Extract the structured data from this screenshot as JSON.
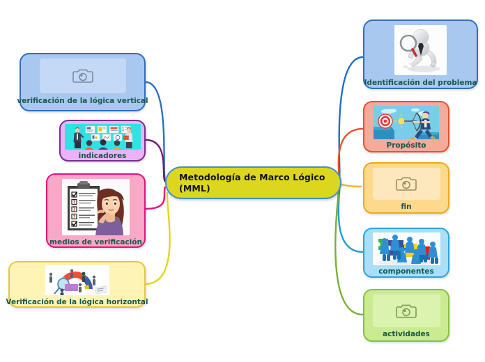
{
  "diagram": {
    "type": "mind-map",
    "title": "Metodología de Marco Lógico (MML)",
    "background_color": "#ffffff"
  },
  "central": {
    "label": "Metodología de Marco Lógico (MML)",
    "line1": "Metodología de Marco Lógico",
    "line2": "(MML)",
    "fill": "#dcd71e",
    "border": "#3f8fd0",
    "text_color": "#111111"
  },
  "left_branches": [
    {
      "id": "verificacion-logica-vertical",
      "label": "verificación de la lógica vertical",
      "fill": "#a8c8f0",
      "border": "#2f6fc0",
      "connector": "#2f6fc0",
      "image": "broken-image-placeholder",
      "image_alt": "camera placeholder icon"
    },
    {
      "id": "indicadores",
      "label": "indicadores",
      "fill": "#e9b3f5",
      "border": "#7b2d8e",
      "connector": "#6d1f77",
      "image": "presentation-audience-illustration",
      "image_alt": "presenter with charts on cyan background and seated audience"
    },
    {
      "id": "medios-de-verificacion",
      "label": "medios de verificación",
      "fill": "#f9a8c7",
      "border": "#e8107f",
      "connector": "#e8107f",
      "image": "woman-with-checklist-clipboard",
      "image_alt": "woman thinking beside a clipboard checklist with check and question marks"
    },
    {
      "id": "verificacion-logica-horizontal",
      "label": "Verificación de la lógica horizontal",
      "fill": "#fdf4b6",
      "border": "#e3c93a",
      "connector": "#e3d616",
      "image": "process-arc-infographic",
      "image_alt": "colorful arc infographic with magnifier and small figures"
    }
  ],
  "right_branches": [
    {
      "id": "identificacion-del-problema",
      "label": "Identificación del problema",
      "fill": "#a8c8f0",
      "border": "#2f6fc0",
      "connector": "#1f6fc4",
      "image": "figure-with-magnifying-glass",
      "image_alt": "3D white figure inspecting the ground with a magnifying glass"
    },
    {
      "id": "proposito",
      "label": "Propósito",
      "fill": "#f3ab9b",
      "border": "#e8502a",
      "connector": "#e8502a",
      "image": "archer-aiming-target",
      "image_alt": "archer shooting an arrow toward a bullseye target"
    },
    {
      "id": "fin",
      "label": "fin",
      "fill": "#fcd98d",
      "border": "#f0a81c",
      "connector": "#f0b41c",
      "image": "broken-image-placeholder",
      "image_alt": "camera placeholder icon"
    },
    {
      "id": "componentes",
      "label": "componentes",
      "fill": "#aadff7",
      "border": "#2aa3e0",
      "connector": "#1f9ad6",
      "image": "figures-carrying-puzzle-pieces",
      "image_alt": "blue 3D figures carrying green, blue, yellow and red puzzle pieces"
    },
    {
      "id": "actividades",
      "label": "actividades",
      "fill": "#caeb92",
      "border": "#85c23a",
      "connector": "#79b033",
      "image": "broken-image-placeholder",
      "image_alt": "camera placeholder icon"
    }
  ]
}
